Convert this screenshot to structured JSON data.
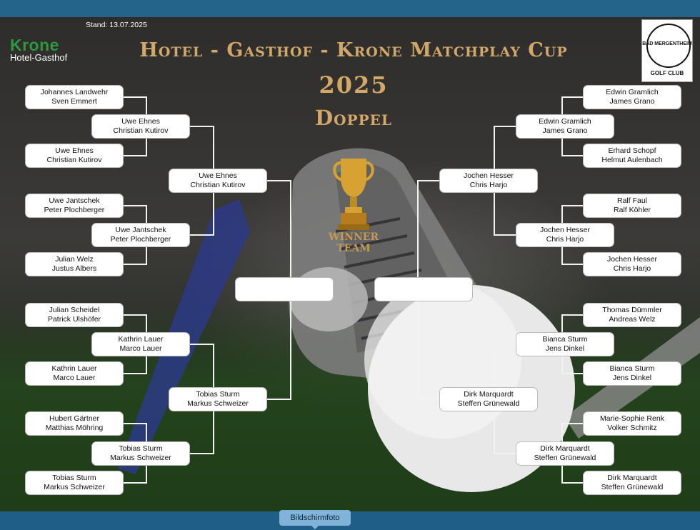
{
  "header": {
    "stand": "Stand: 13.07.2025",
    "logo_name": "Krone",
    "logo_sub": "Hotel-Gasthof",
    "title": "Hotel - Gasthof - Krone Matchplay Cup",
    "year": "2025",
    "subtitle": "Doppel",
    "club_top": "BAD MERGENTHEIM",
    "club_bottom": "GOLF CLUB"
  },
  "winner": {
    "line1": "WINNER",
    "line2": "TEAM"
  },
  "left": {
    "r1": [
      {
        "a": "Johannes Landwehr",
        "b": "Sven Emmert"
      },
      {
        "a": "Uwe Ehnes",
        "b": "Christian Kutirov"
      },
      {
        "a": "Uwe Jantschek",
        "b": "Peter Plochberger"
      },
      {
        "a": "Julian Welz",
        "b": "Justus Albers"
      },
      {
        "a": "Julian Scheidel",
        "b": "Patrick Ulshöfer"
      },
      {
        "a": "Kathrin Lauer",
        "b": "Marco Lauer"
      },
      {
        "a": "Hubert Gärtner",
        "b": "Matthias Möhring"
      },
      {
        "a": "Tobias Sturm",
        "b": "Markus Schweizer"
      }
    ],
    "r2": [
      {
        "a": "Uwe Ehnes",
        "b": "Christian Kutirov"
      },
      {
        "a": "Uwe Jantschek",
        "b": "Peter Plochberger"
      },
      {
        "a": "Kathrin Lauer",
        "b": "Marco Lauer"
      },
      {
        "a": "Tobias Sturm",
        "b": "Markus Schweizer"
      }
    ],
    "r3": [
      {
        "a": "Uwe Ehnes",
        "b": "Christian Kutirov"
      },
      {
        "a": "Tobias Sturm",
        "b": "Markus Schweizer"
      }
    ]
  },
  "right": {
    "r1": [
      {
        "a": "Edwin Gramlich",
        "b": "James Grano"
      },
      {
        "a": "Erhard Schopf",
        "b": "Helmut Aulenbach"
      },
      {
        "a": "Ralf Faul",
        "b": "Ralf Köhler"
      },
      {
        "a": "Jochen Hesser",
        "b": "Chris Harjo"
      },
      {
        "a": "Thomas Dümmler",
        "b": "Andreas Welz"
      },
      {
        "a": "Bianca Sturm",
        "b": "Jens Dinkel"
      },
      {
        "a": "Marie-Sophie Renk",
        "b": "Volker Schmitz"
      },
      {
        "a": "Dirk Marquardt",
        "b": "Steffen Grünewald"
      }
    ],
    "r2": [
      {
        "a": "Edwin Gramlich",
        "b": "James Grano"
      },
      {
        "a": "Jochen Hesser",
        "b": "Chris Harjo"
      },
      {
        "a": "Bianca Sturm",
        "b": "Jens Dinkel"
      },
      {
        "a": "Dirk Marquardt",
        "b": "Steffen Grünewald"
      }
    ],
    "r3": [
      {
        "a": "Jochen Hesser",
        "b": "Chris Harjo"
      },
      {
        "a": "Dirk Marquardt",
        "b": "Steffen Grünewald"
      }
    ]
  },
  "final": {
    "left": "",
    "right": ""
  },
  "screenshot_tag": "Bildschirmfoto"
}
